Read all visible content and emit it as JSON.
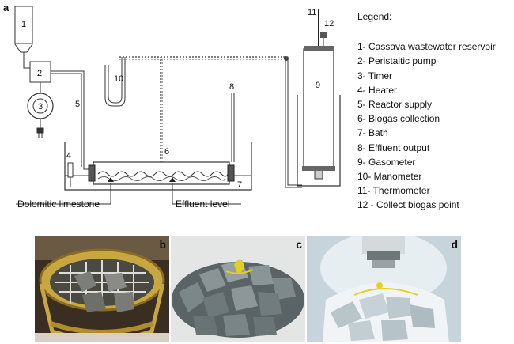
{
  "panel_label": "a",
  "legend": {
    "title": "Legend:",
    "items": [
      "1- Cassava wastewater reservoir",
      "2- Peristaltic pump",
      "3- Timer",
      "4- Heater",
      "5- Reactor supply",
      "6- Biogas collection",
      "7- Bath",
      "8- Effluent output",
      "9- Gasometer",
      "10- Manometer",
      "11- Thermometer",
      "12 - Collect biogas point"
    ]
  },
  "component_numbers": {
    "n1": "1",
    "n2": "2",
    "n3": "3",
    "n4": "4",
    "n5": "5",
    "n6": "6",
    "n7": "7",
    "n8": "8",
    "n9": "9",
    "n10": "10",
    "n11": "11",
    "n12": "12"
  },
  "annotations": {
    "dolomitic": "Dolomitic limestone",
    "effluent": "Effluent level"
  },
  "photos": {
    "b": "b",
    "c": "c",
    "d": "d"
  }
}
